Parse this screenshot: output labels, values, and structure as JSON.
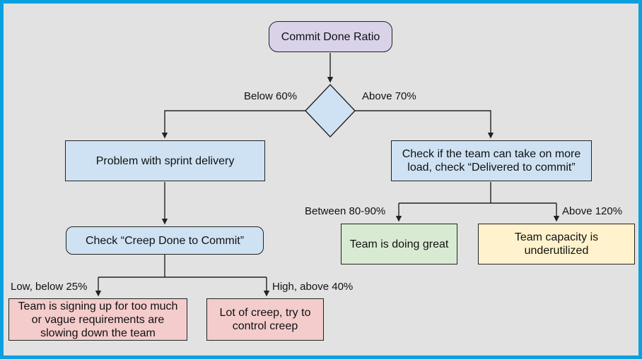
{
  "diagram": {
    "background": "#e2e2e2",
    "frame_color": "#0aa0df",
    "line_color": "#222222",
    "nodes": {
      "start": {
        "label": "Commit Done Ratio",
        "fill": "#d9d2e9",
        "shape": "rounded-rect"
      },
      "decision": {
        "fill": "#cfe2f3",
        "shape": "diamond"
      },
      "problem": {
        "label": "Problem with sprint delivery",
        "fill": "#cfe2f3",
        "shape": "rect"
      },
      "check_load": {
        "label": "Check if the team can take on more load, check “Delivered to commit”",
        "fill": "#cfe2f3",
        "shape": "rect"
      },
      "check_creep": {
        "label": "Check “Creep Done to Commit”",
        "fill": "#cfe2f3",
        "shape": "rounded-rect"
      },
      "too_much": {
        "label": "Team is signing up for too much or vague requirements are slowing down the team",
        "fill": "#f4cccc",
        "shape": "rect"
      },
      "lot_creep": {
        "label": "Lot of creep, try to control creep",
        "fill": "#f4cccc",
        "shape": "rect"
      },
      "doing_great": {
        "label": "Team is doing great",
        "fill": "#d9ead3",
        "shape": "rect"
      },
      "underutilized": {
        "label": "Team capacity is underutilized",
        "fill": "#fff2cc",
        "shape": "rect"
      }
    },
    "edge_labels": {
      "below_60": "Below 60%",
      "above_70": "Above 70%",
      "low_below_25": "Low, below 25%",
      "high_above_40": "High, above 40%",
      "between_80_90": "Between 80-90%",
      "above_120": "Above 120%"
    }
  }
}
